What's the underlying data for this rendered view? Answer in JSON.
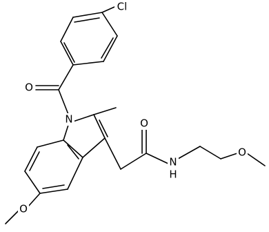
{
  "atom_labels": {
    "chlorine": "Cl",
    "ketone_oxygen": "O",
    "indole_nitrogen": "N",
    "amide_oxygen": "O",
    "amide_nitrogen": "N",
    "amide_hydrogen": "H",
    "ether_oxygen_chain": "O",
    "ether_oxygen_ring": "O"
  }
}
